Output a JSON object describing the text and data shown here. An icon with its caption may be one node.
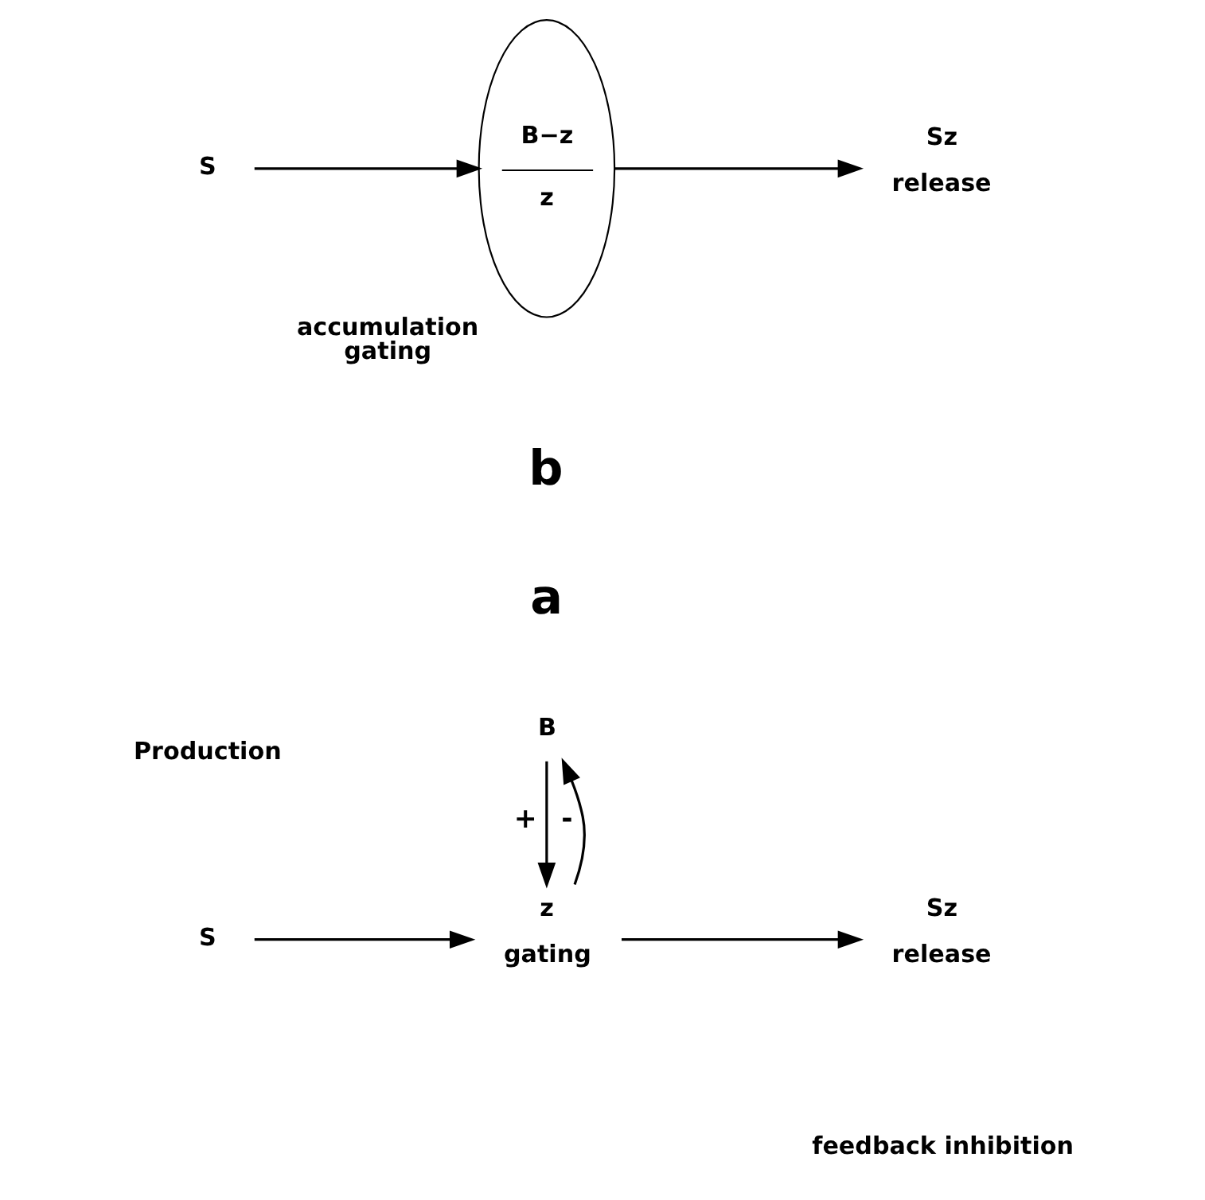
{
  "diagram": {
    "nodes": [
      {
        "text": [
          "S"
        ]
      },
      {
        "text": [
          "z"
        ],
        "beside": [
          "gating"
        ]
      },
      {
        "text": [
          "B"
        ]
      },
      {
        "text": [
          "Sz"
        ],
        "beside": [
          "release"
        ]
      },
      {
        "text": [
          "S"
        ]
      },
      {
        "text": [
          "B−z",
          "z"
        ],
        "beside": [
          "accumulation",
          "gating"
        ]
      },
      {
        "text": [
          "Sz"
        ],
        "beside": [
          "release"
        ]
      }
    ],
    "edges": [
      {
        "from": 0,
        "to": 1,
        "arrow": "to"
      },
      {
        "from": 1,
        "to": 3,
        "arrow": "to"
      },
      {
        "from": 2,
        "to": 1,
        "arrow": "to",
        "label": "+"
      },
      {
        "from": 1,
        "to": 2,
        "arrow": "to",
        "label": "-"
      },
      {
        "from": 4,
        "to": 5,
        "arrow": "to"
      },
      {
        "from": 5,
        "to": 6,
        "arrow": "to"
      }
    ],
    "labels": [
      "Production",
      "feedback inhibition",
      "a",
      "b"
    ]
  }
}
